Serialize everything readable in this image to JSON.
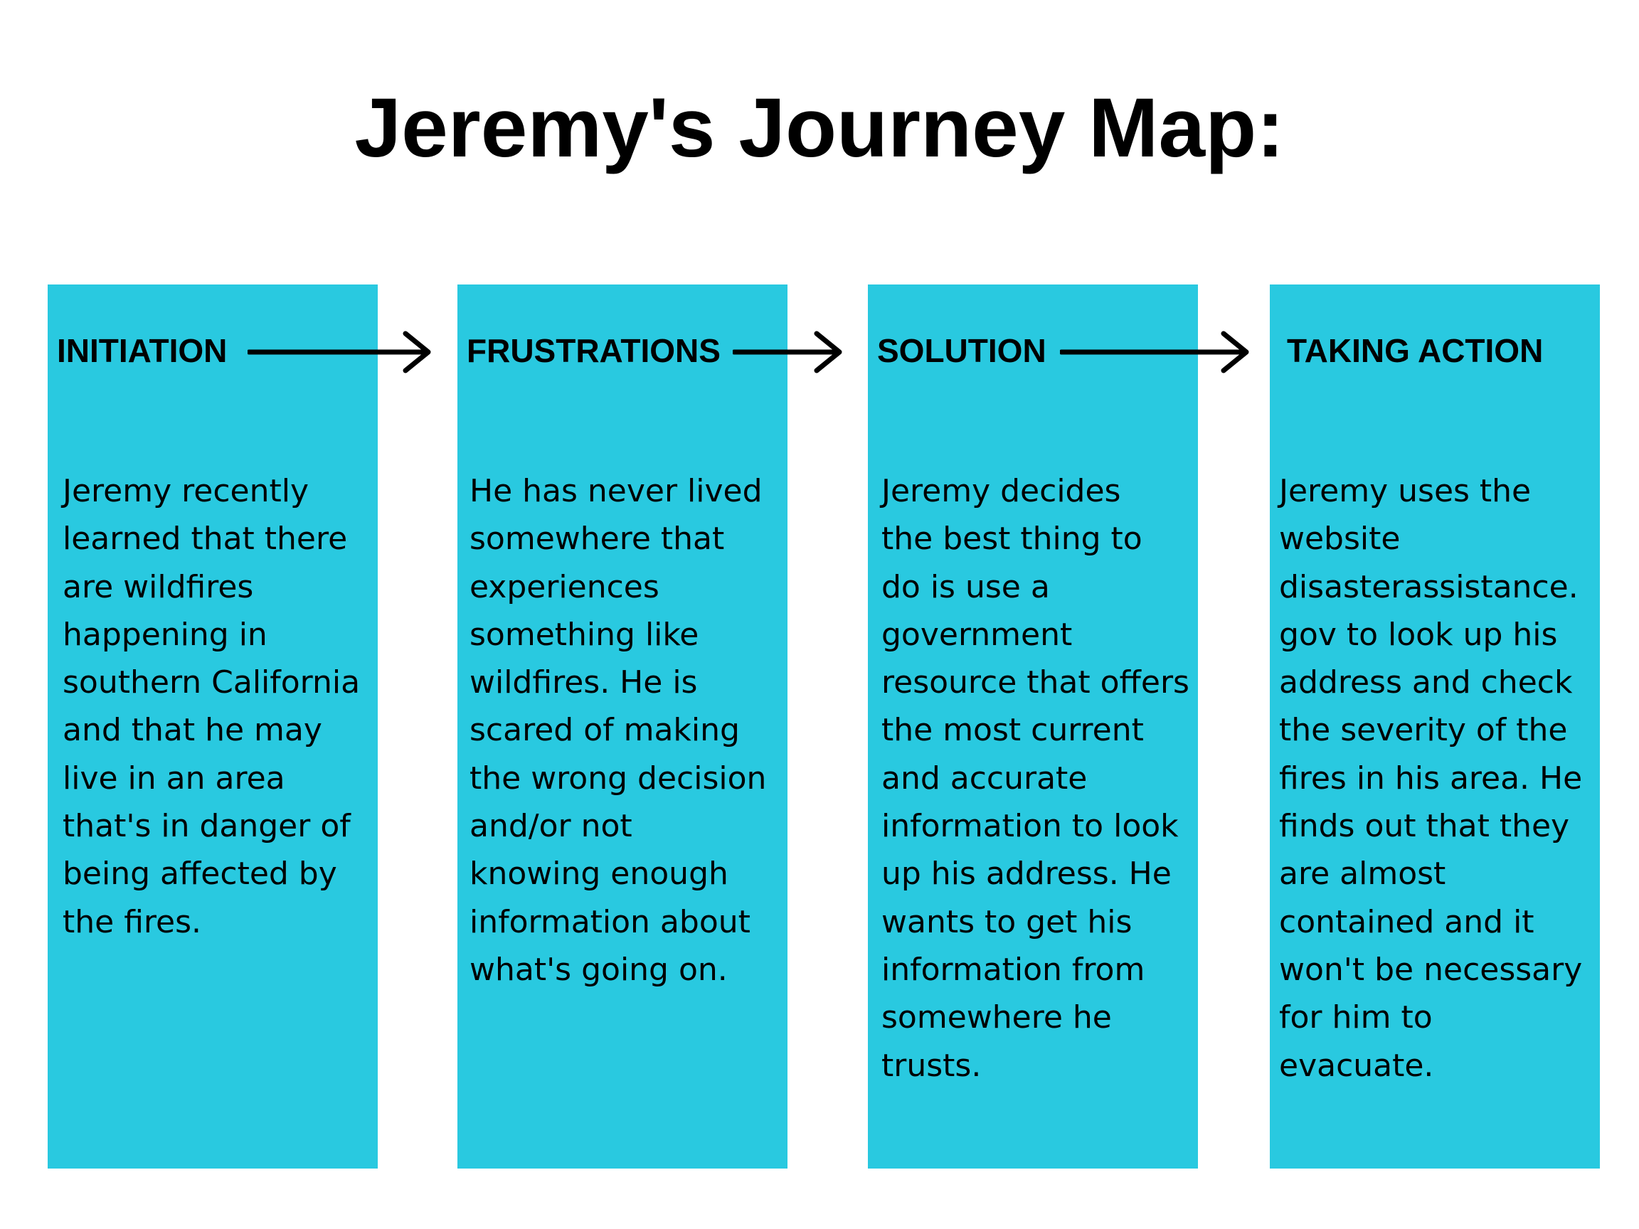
{
  "title": "Jeremy's Journey Map:",
  "colors": {
    "card": "#29C9E0",
    "text": "#000000",
    "background": "#FFFFFF"
  },
  "stages": [
    {
      "heading": "INITIATION",
      "body": "Jeremy recently\nlearned that there\nare wildfires\nhappening in\nsouthern California\nand that he may\nlive in an area\nthat's in danger of\nbeing affected by\nthe fires."
    },
    {
      "heading": "FRUSTRATIONS",
      "body": "He has never lived\nsomewhere that\nexperiences\nsomething like\nwildfires. He is\nscared of making\nthe wrong decision\nand/or not\nknowing enough\ninformation about\nwhat's going on."
    },
    {
      "heading": "SOLUTION",
      "body": "Jeremy decides\nthe best thing to\ndo is use a\ngovernment\nresource that offers\nthe most current\nand accurate\ninformation to look\nup his address. He\nwants to get his\ninformation from\nsomewhere he\ntrusts."
    },
    {
      "heading": "TAKING ACTION",
      "body": "Jeremy uses the\nwebsite\ndisasterassistance.\ngov to look up his\naddress and check\nthe severity of the\nfires in his area. He\nfinds out that they\nare almost\ncontained and it\nwon't be necessary\nfor him to\nevacuate."
    }
  ]
}
